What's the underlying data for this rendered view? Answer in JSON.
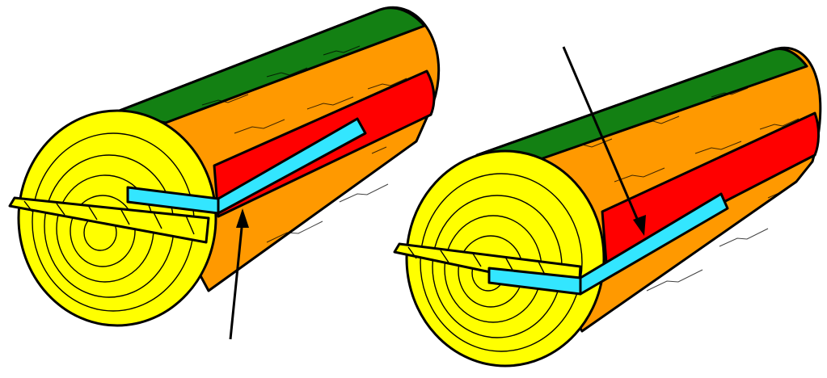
{
  "colors": {
    "background": "#ffffff",
    "bark_top": "#138013",
    "sapwood": "#ff9900",
    "heartwood": "#ff0000",
    "end_grain": "#ffff00",
    "board": "#33e6ff",
    "outline": "#000000"
  },
  "logs": [
    {
      "name": "left-log",
      "arrow_direction": "from-below"
    },
    {
      "name": "right-log",
      "arrow_direction": "from-above"
    }
  ]
}
